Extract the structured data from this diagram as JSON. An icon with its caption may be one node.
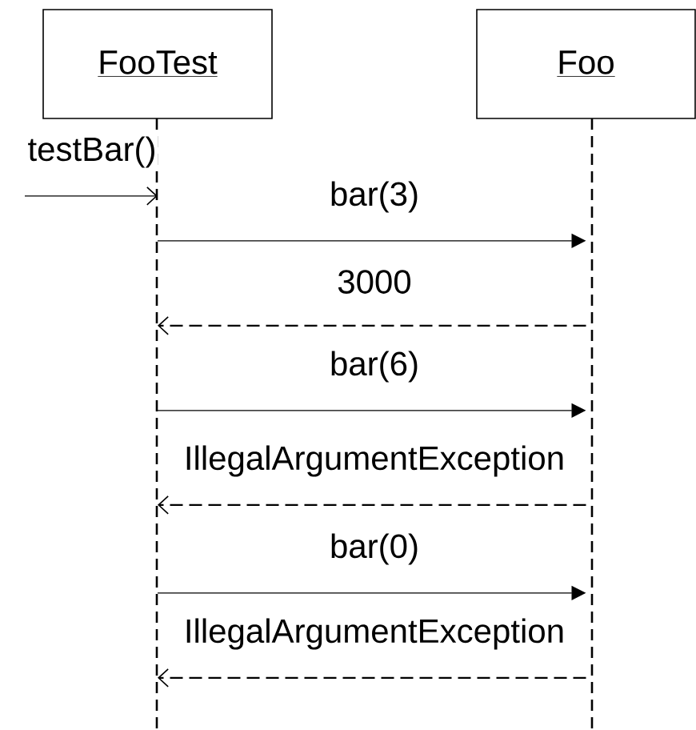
{
  "diagram": {
    "nodes": [
      {
        "text": [
          "FooTest"
        ]
      },
      {
        "text": [
          "Foo"
        ]
      }
    ],
    "edges": [
      {
        "from": null,
        "to": 0,
        "arrow": "to",
        "label": "testBar()"
      },
      {
        "from": 0,
        "to": 1,
        "arrow": "to",
        "label": "bar(3)"
      },
      {
        "from": 1,
        "to": 0,
        "arrow": "to",
        "label": "3000",
        "style": "dashed"
      },
      {
        "from": 0,
        "to": 1,
        "arrow": "to",
        "label": "bar(6)"
      },
      {
        "from": 1,
        "to": 0,
        "arrow": "to",
        "label": "IllegalArgumentException",
        "style": "dashed"
      },
      {
        "from": 0,
        "to": 1,
        "arrow": "to",
        "label": "bar(0)"
      },
      {
        "from": 1,
        "to": 0,
        "arrow": "to",
        "label": "IllegalArgumentException",
        "style": "dashed"
      }
    ]
  }
}
